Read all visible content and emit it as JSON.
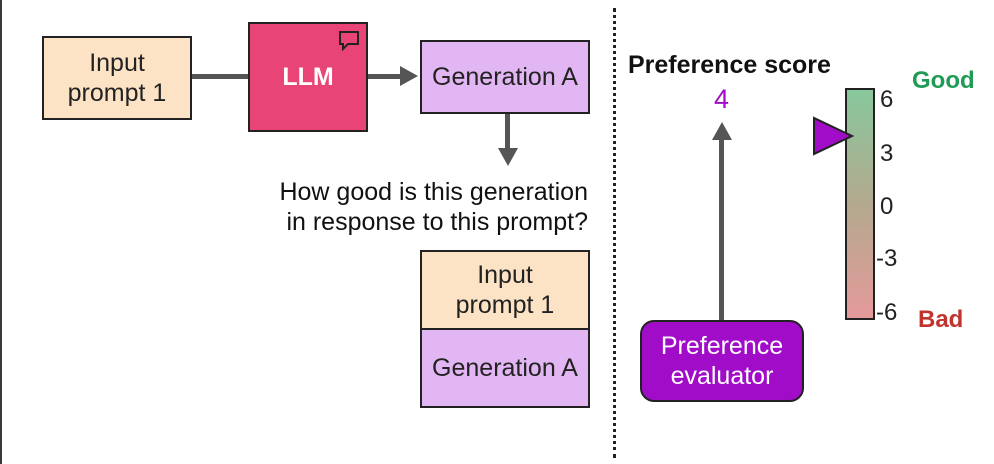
{
  "diagram": {
    "input_prompt": {
      "label": "Input\nprompt 1",
      "color": "#fde3c5"
    },
    "llm": {
      "label": "LLM",
      "color": "#e84476",
      "icon": "speech-bubble-icon"
    },
    "generation": {
      "label": "Generation A",
      "color": "#e2b6f2"
    },
    "question": "How good is this generation\nin response to this prompt?",
    "stack": {
      "prompt_label": "Input\nprompt 1",
      "generation_label": "Generation A"
    },
    "preference_score": {
      "label": "Preference score",
      "value": 4,
      "value_text": "4",
      "accent": "#a10cc9"
    },
    "evaluator": {
      "label": "Preference\nevaluator",
      "color": "#a10cc9"
    },
    "scale": {
      "min": -6,
      "max": 6,
      "ticks": [
        "6",
        "3",
        "0",
        "-3",
        "-6"
      ],
      "top_label": "Good",
      "bottom_label": "Bad",
      "good_color": "#1f9b55",
      "bad_color": "#c0332f",
      "pointer_icon": "triangle-pointer-icon"
    }
  }
}
